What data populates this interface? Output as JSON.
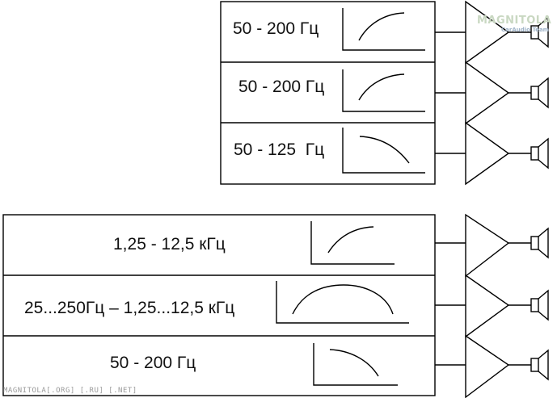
{
  "filters": [
    {
      "label": "50 - 200 Гц"
    },
    {
      "label": "50 - 200 Гц"
    },
    {
      "label": "50 - 125  Гц"
    },
    {
      "label": "1,25 - 12,5 кГц"
    },
    {
      "label": "25...250Гц – 1,25...12,5 кГц"
    },
    {
      "label": "50 - 200 Гц"
    }
  ],
  "watermark": {
    "brand": "MAGNITOLA",
    "sub": "CarAudio Team"
  },
  "footer": "MAGNITOLA[.ORG] [.RU] [.NET]",
  "colors": {
    "line": "#000000",
    "background": "#ffffff"
  }
}
